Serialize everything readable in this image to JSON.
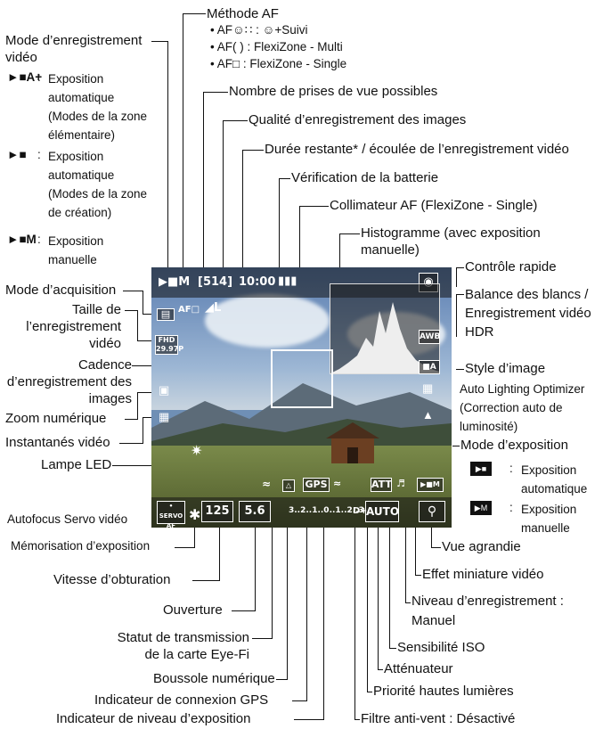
{
  "labels": {
    "methode_af": "Méthode AF",
    "af_opt1": "•  AF☺∷ : ☺+Suivi",
    "af_opt2": "•  AF( )  : FlexiZone - Multi",
    "af_opt3": "•  AF□   : FlexiZone - Single",
    "nombre_prises": "Nombre de prises de vue possibles",
    "qualite": "Qualité d’enregistrement des images",
    "duree": "Durée restante* / écoulée de l’enregistrement vidéo",
    "batterie": "Vérification de la batterie",
    "collimateur": "Collimateur AF (FlexiZone - Single)",
    "histogramme": "Histogramme (avec exposition manuelle)",
    "mode_enreg": "Mode d’enregistrement vidéo",
    "mode_enreg_a_key": "►■A+",
    "mode_enreg_a": "Exposition automatique (Modes de la zone élémentaire)",
    "mode_enreg_b_key": "►■",
    "mode_enreg_b": "Exposition automatique (Modes de la zone de création)",
    "mode_enreg_c_key": "►■M",
    "mode_enreg_c": "Exposition manuelle",
    "mode_acquisition": "Mode d’acquisition",
    "taille": "Taille de l’enregistrement vidéo",
    "cadence": "Cadence d’enregistrement des images",
    "zoom": "Zoom numérique",
    "instantanes": "Instantanés vidéo",
    "lampe": "Lampe LED",
    "autofocus": "Autofocus Servo vidéo",
    "memorisation": "Mémorisation d’exposition",
    "vitesse": "Vitesse d’obturation",
    "ouverture": "Ouverture",
    "eyefi": "Statut de transmission de la carte Eye-Fi",
    "boussole": "Boussole numérique",
    "gps": "Indicateur de connexion GPS",
    "niveau_expo": "Indicateur de niveau d’exposition",
    "controle_rapide": "Contrôle rapide",
    "balance": "Balance des blancs / Enregistrement vidéo HDR",
    "style": "Style d’image",
    "alo": "Auto Lighting Optimizer (Correction auto de luminosité)",
    "mode_expo": "Mode d’exposition",
    "mode_expo_a": "Exposition automatique",
    "mode_expo_m": "Exposition manuelle",
    "vue_agrandie": "Vue agrandie",
    "effet_miniature": "Effet miniature vidéo",
    "niveau_enreg": "Niveau d’enregistrement : Manuel",
    "iso": "Sensibilité ISO",
    "attenuateur": "Atténuateur",
    "priorite": "Priorité hautes lumières",
    "filtre_vent": "Filtre anti-vent : Désactivé"
  },
  "osd": {
    "shots": "[514]",
    "time": "10:00",
    "af_mode": "AF□",
    "quality": "◢L",
    "shutter": "125",
    "aperture": "5.6",
    "gps": "GPS",
    "att": "ATT",
    "iso": "AUTO",
    "awb": "AWB",
    "servo": "SERVO AF",
    "scale": "3..2..1..0..1..2..3",
    "size": "FHD",
    "fps": "29.97P"
  },
  "colors": {
    "osd_text": "#ffffff",
    "line": "#111111"
  }
}
